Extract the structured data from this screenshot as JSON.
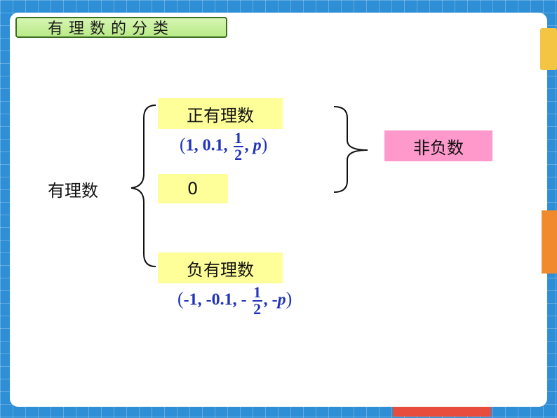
{
  "title": "有理数的分类",
  "root_label": "有理数",
  "positive_label": "正有理数",
  "zero_label": "0",
  "negative_label": "负有理数",
  "nonnegative_label": "非负数",
  "positive_examples": {
    "open": "(",
    "items": "1, 0.1,",
    "frac_num": "1",
    "frac_den": "2",
    "sep": ",",
    "p": "p",
    "close": ")"
  },
  "negative_examples": {
    "open": "(",
    "items": "-1, -0.1, -",
    "frac_num": "1",
    "frac_den": "2",
    "sep": ", -",
    "p": "p",
    "close": ")"
  },
  "colors": {
    "background": "#2e8fd6",
    "title_bar": "#c6ef99",
    "highlight_yellow": "#ffff99",
    "highlight_pink": "#ff99cc",
    "math_blue": "#2233bb"
  }
}
